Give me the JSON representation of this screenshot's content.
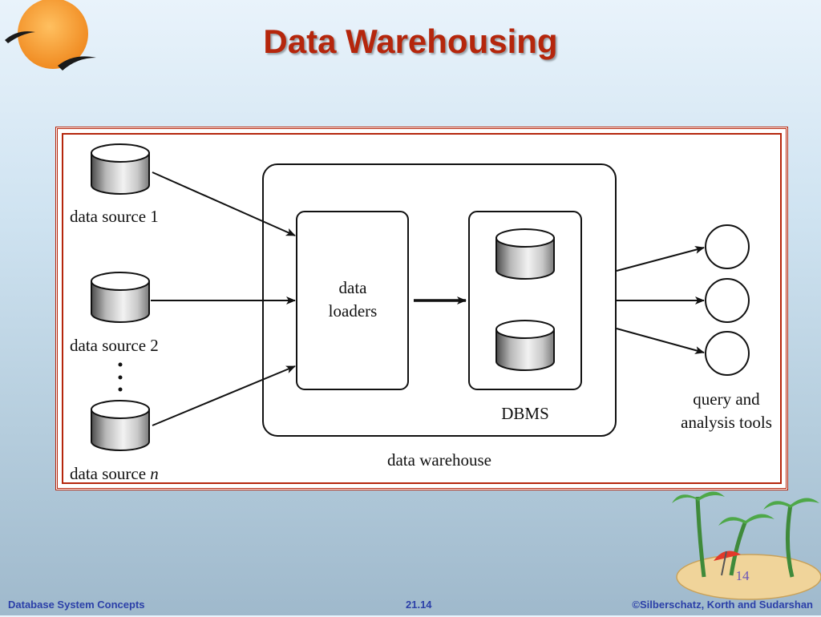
{
  "slide": {
    "title": "Data Warehousing",
    "page_number": "14"
  },
  "diagram": {
    "sources": [
      {
        "label": "data source 1"
      },
      {
        "label": "data source 2"
      },
      {
        "label_prefix": "data source ",
        "label_var": "n"
      }
    ],
    "loaders_line1": "data",
    "loaders_line2": "loaders",
    "dbms_label": "DBMS",
    "warehouse_label": "data warehouse",
    "tools_line1": "query and",
    "tools_line2": "analysis tools"
  },
  "footer": {
    "left": "Database System Concepts",
    "center": "21.14",
    "right": "©Silberschatz, Korth and Sudarshan"
  },
  "colors": {
    "title": "#b5260c",
    "frame": "#b5260c",
    "footer_text": "#2b3fa8",
    "sun": "#f5a030"
  }
}
